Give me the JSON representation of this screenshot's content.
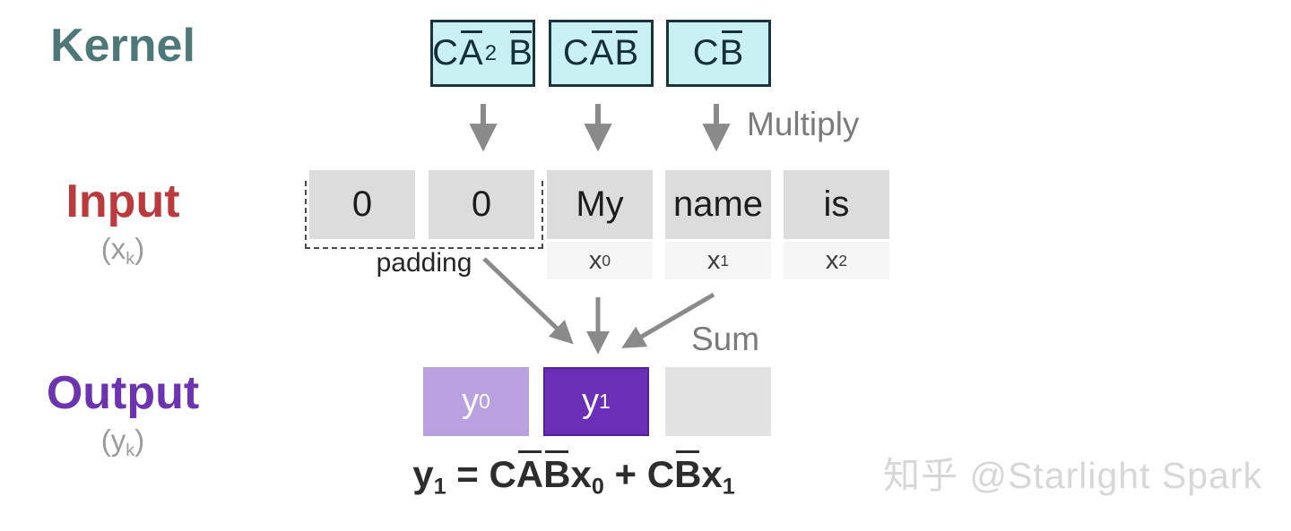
{
  "colors": {
    "kernel_cell_fill": "#c9f1f4",
    "kernel_cell_border": "#1b333a",
    "kernel_label": "#4e7878",
    "input_label": "#bb3a3e",
    "output_label": "#6c35af",
    "input_cell_fill": "#dcdcdc",
    "index_cell_fill": "#f5f5f5",
    "output_y0_fill": "#b9a0de",
    "output_y1_fill": "#6b2fb5",
    "output_empty_fill": "#e2e2e2",
    "arrow": "#8a8a8a",
    "annotation_gray": "#7a7a7a"
  },
  "labels": {
    "kernel": "Kernel",
    "input": "Input",
    "output": "Output",
    "multiply": "Multiply",
    "sum": "Sum",
    "padding": "padding"
  },
  "input_sub_tokens": [
    {
      "t": "("
    },
    {
      "t": "x",
      "sub": "k"
    },
    {
      "t": ")"
    }
  ],
  "output_sub_tokens": [
    {
      "t": "("
    },
    {
      "t": "y",
      "sub": "k"
    },
    {
      "t": ")"
    }
  ],
  "kernel_cells": [
    [
      {
        "t": "C"
      },
      {
        "t": "A",
        "bar": true,
        "sup": "2"
      },
      {
        "t": " "
      },
      {
        "t": "B",
        "bar": true
      }
    ],
    [
      {
        "t": "C"
      },
      {
        "t": "A",
        "bar": true
      },
      {
        "t": "B",
        "bar": true
      }
    ],
    [
      {
        "t": "C"
      },
      {
        "t": "B",
        "bar": true
      }
    ]
  ],
  "input_cells": [
    "0",
    "0",
    "My",
    "name",
    "is"
  ],
  "input_indices": [
    [
      {
        "t": "x",
        "sub": "0"
      }
    ],
    [
      {
        "t": "x",
        "sub": "1"
      }
    ],
    [
      {
        "t": "x",
        "sub": "2"
      }
    ]
  ],
  "output_cells": [
    [
      {
        "t": "y",
        "sub": "0"
      }
    ],
    [
      {
        "t": "y",
        "sub": "1"
      }
    ]
  ],
  "formula_tokens": [
    {
      "t": "y",
      "sub": "1"
    },
    {
      "t": " = "
    },
    {
      "t": "C"
    },
    {
      "t": "A",
      "bar": true
    },
    {
      "t": "B",
      "bar": true
    },
    {
      "t": "x",
      "sub": "0"
    },
    {
      "t": " + "
    },
    {
      "t": "C"
    },
    {
      "t": "B",
      "bar": true
    },
    {
      "t": "x",
      "sub": "1"
    }
  ],
  "watermark": "知乎 @Starlight Spark"
}
